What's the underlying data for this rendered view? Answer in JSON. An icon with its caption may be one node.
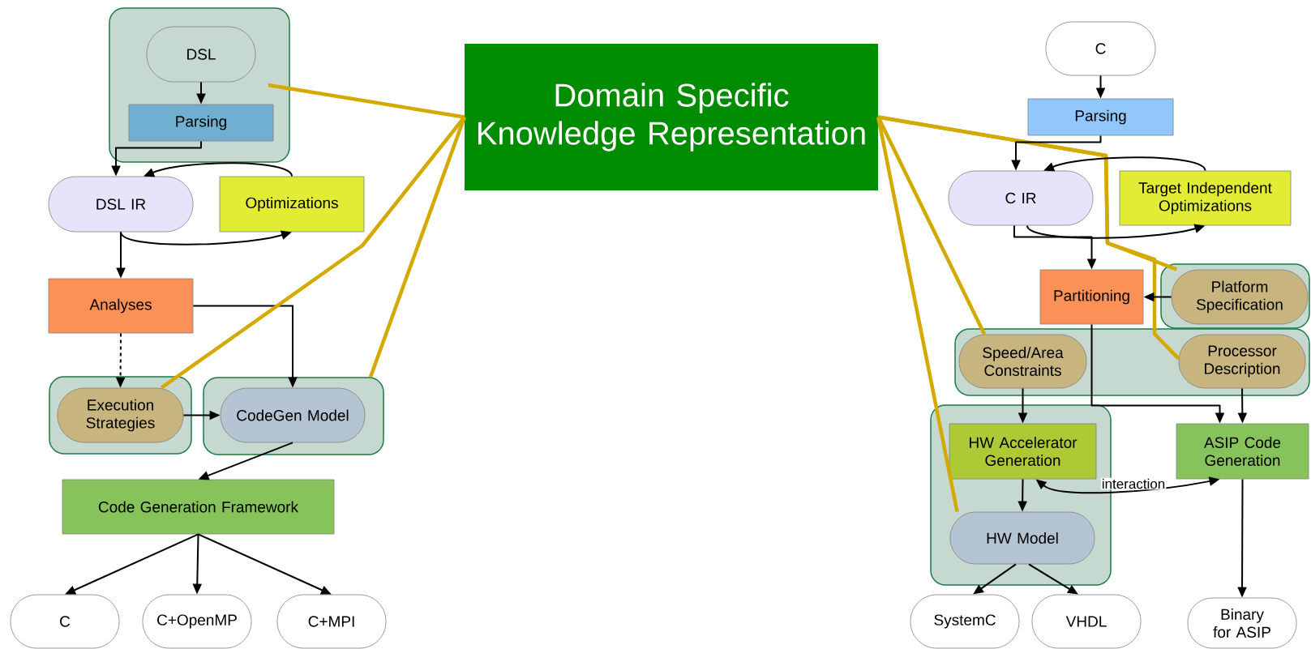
{
  "diagram": {
    "nodes": [
      {
        "text": [],
        "shape": "box"
      },
      {
        "text": [
          "DSL"
        ],
        "in": 0
      },
      {
        "text": [
          "Parsing"
        ],
        "in": 0
      },
      {
        "text": [
          "DSL IR"
        ]
      },
      {
        "text": [
          "Optimizations"
        ]
      },
      {
        "text": [
          "Analyses"
        ]
      },
      {
        "text": [],
        "shape": "box"
      },
      {
        "text": [
          "Execution Strategies"
        ],
        "in": 6
      },
      {
        "text": [],
        "shape": "box"
      },
      {
        "text": [
          "CodeGen Model"
        ],
        "in": 8
      },
      {
        "text": [
          "Code Generation Framework"
        ]
      },
      {
        "text": [
          "C"
        ]
      },
      {
        "text": [
          "C+OpenMP"
        ]
      },
      {
        "text": [
          "C+MPI"
        ]
      },
      {
        "text": [
          "Domain Specific Knowledge Representation"
        ]
      },
      {
        "text": [
          "C"
        ]
      },
      {
        "text": [
          "Parsing"
        ]
      },
      {
        "text": [
          "C IR"
        ]
      },
      {
        "text": [
          "Target Independent Optimizations"
        ]
      },
      {
        "text": [],
        "shape": "box"
      },
      {
        "text": [
          "Platform Specification"
        ],
        "in": 19
      },
      {
        "text": [
          "Partitioning"
        ]
      },
      {
        "text": [],
        "shape": "box"
      },
      {
        "text": [
          "Speed/Area Constraints"
        ],
        "in": 22
      },
      {
        "text": [
          "Processor Description"
        ],
        "in": 22
      },
      {
        "text": [],
        "shape": "box"
      },
      {
        "text": [
          "HW Accelerator Generation"
        ],
        "in": 25
      },
      {
        "text": [
          "HW Model"
        ],
        "in": 25
      },
      {
        "text": [
          "ASIP Code Generation"
        ]
      },
      {
        "text": [
          "SystemC"
        ]
      },
      {
        "text": [
          "VHDL"
        ]
      },
      {
        "text": [
          "Binary for ASIP"
        ]
      }
    ],
    "edges": [
      {
        "from": 1,
        "to": 2,
        "arrow": "to"
      },
      {
        "from": 2,
        "to": 3,
        "arrow": "to"
      },
      {
        "from": 4,
        "to": 3,
        "arrow": "to"
      },
      {
        "from": 3,
        "to": 4,
        "arrow": "to"
      },
      {
        "from": 3,
        "to": 5,
        "arrow": "to"
      },
      {
        "from": 5,
        "to": 7,
        "arrow": "to",
        "style": "dashed"
      },
      {
        "from": 5,
        "to": 9,
        "arrow": "to"
      },
      {
        "from": 7,
        "to": 9,
        "arrow": "to"
      },
      {
        "from": 9,
        "to": 10,
        "arrow": "to"
      },
      {
        "from": 10,
        "to": 11,
        "arrow": "to"
      },
      {
        "from": 10,
        "to": 12,
        "arrow": "to"
      },
      {
        "from": 10,
        "to": 13,
        "arrow": "to"
      },
      {
        "from": 14,
        "to": 0,
        "arrow": "none",
        "style": "thick",
        "color": "#d4aa00"
      },
      {
        "from": 14,
        "to": 7,
        "arrow": "none",
        "style": "thick",
        "color": "#d4aa00"
      },
      {
        "from": 14,
        "to": 8,
        "arrow": "none",
        "style": "thick",
        "color": "#d4aa00"
      },
      {
        "from": 14,
        "to": 20,
        "arrow": "none",
        "style": "thick",
        "color": "#d4aa00"
      },
      {
        "from": 14,
        "to": 24,
        "arrow": "none",
        "style": "thick",
        "color": "#d4aa00"
      },
      {
        "from": 14,
        "to": 23,
        "arrow": "none",
        "style": "thick",
        "color": "#d4aa00"
      },
      {
        "from": 14,
        "to": 27,
        "arrow": "none",
        "style": "thick",
        "color": "#d4aa00"
      },
      {
        "from": 15,
        "to": 16,
        "arrow": "to"
      },
      {
        "from": 16,
        "to": 17,
        "arrow": "to"
      },
      {
        "from": 18,
        "to": 17,
        "arrow": "to"
      },
      {
        "from": 17,
        "to": 18,
        "arrow": "to"
      },
      {
        "from": 17,
        "to": 21,
        "arrow": "to"
      },
      {
        "from": 20,
        "to": 21,
        "arrow": "to"
      },
      {
        "from": 21,
        "to": 28,
        "arrow": "to"
      },
      {
        "from": 24,
        "to": 28,
        "arrow": "to"
      },
      {
        "from": 23,
        "to": 26,
        "arrow": "to"
      },
      {
        "from": 26,
        "to": 27,
        "arrow": "to"
      },
      {
        "from": 26,
        "to": 28,
        "arrow": "both",
        "label": "interaction"
      },
      {
        "from": 27,
        "to": 29,
        "arrow": "to"
      },
      {
        "from": 27,
        "to": 30,
        "arrow": "to"
      },
      {
        "from": 28,
        "to": 31,
        "arrow": "to"
      }
    ]
  }
}
